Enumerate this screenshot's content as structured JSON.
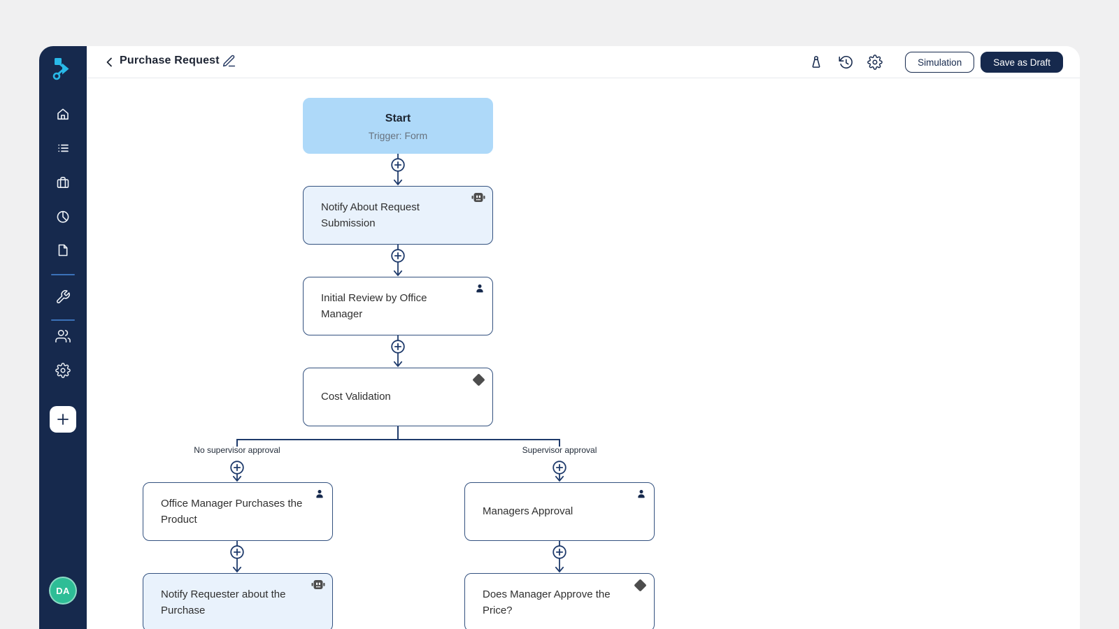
{
  "header": {
    "title": "Purchase Request",
    "actions": {
      "simulation_label": "Simulation",
      "save_draft_label": "Save as Draft"
    },
    "icons": [
      "back-chevron",
      "edit-pencil",
      "weight",
      "history",
      "settings-gear"
    ]
  },
  "sidebar": {
    "logo_icon": "flow-logo",
    "items": [
      {
        "name": "home",
        "icon": "home-icon"
      },
      {
        "name": "tasks",
        "icon": "list-icon"
      },
      {
        "name": "workflows",
        "icon": "briefcase-icon"
      },
      {
        "name": "analytics",
        "icon": "pie-chart-icon"
      },
      {
        "name": "templates",
        "icon": "file-icon"
      },
      {
        "name": "tools",
        "icon": "wrench-icon",
        "active": true
      },
      {
        "name": "team",
        "icon": "users-icon"
      },
      {
        "name": "settings",
        "icon": "gear-icon"
      }
    ],
    "add_button_icon": "plus",
    "avatar_initials": "DA"
  },
  "flow": {
    "nodes": [
      {
        "title": "Start",
        "subtitle": "Trigger: Form",
        "type": "trigger"
      },
      {
        "title": "Notify About Request Submission",
        "type": "bot"
      },
      {
        "title": "Initial Review by Office Manager",
        "type": "user"
      },
      {
        "title": "Cost Validation",
        "type": "condition"
      },
      {
        "title": "Office Manager Purchases the Product",
        "type": "user"
      },
      {
        "title": "Managers Approval",
        "type": "user"
      },
      {
        "title": "Notify Requester about the Purchase",
        "type": "bot"
      },
      {
        "title": "Does Manager Approve the Price?",
        "type": "condition"
      }
    ],
    "branch_labels": {
      "left": "No supervisor approval",
      "right": "Supervisor approval"
    }
  },
  "colors": {
    "sidebar_bg": "#16294d",
    "accent_cyan": "#29b9e8",
    "avatar_bg": "#2ebd96",
    "node_border": "#33517f",
    "connector_line": "#1e3a6b",
    "start_node_fill": "#aed9f9",
    "bot_node_fill": "#e9f2fc",
    "canvas_bg": "#ffffff",
    "page_bg": "#f0f0f1"
  }
}
